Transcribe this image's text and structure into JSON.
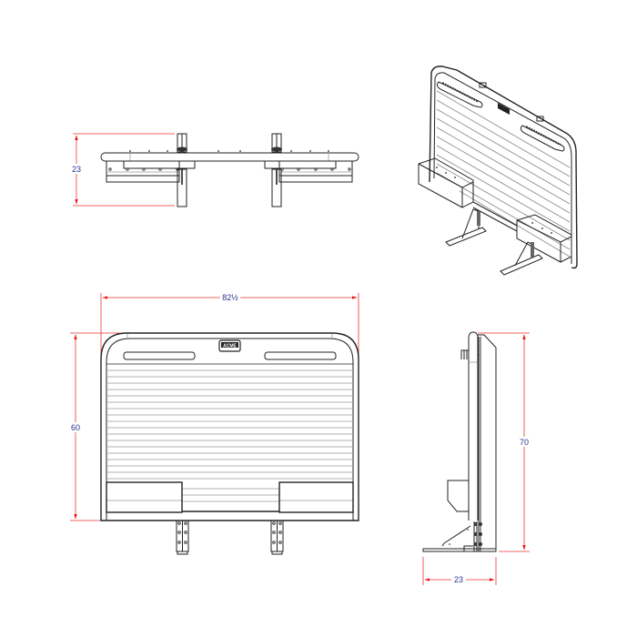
{
  "drawing": {
    "subject": "headache rack with tool boxes",
    "colors": {
      "line": "#222222",
      "hatch": "#999999",
      "dimension_line": "#ee3333",
      "dimension_text": "#2e3192",
      "background": "#ffffff"
    },
    "views": {
      "top": {
        "name": "top view",
        "dimension": {
          "label": "23",
          "orientation": "vertical"
        }
      },
      "isometric": {
        "name": "isometric view"
      },
      "front": {
        "name": "front view",
        "width_dimension": {
          "label": "82½",
          "orientation": "horizontal"
        },
        "height_dimension": {
          "label": "60",
          "orientation": "vertical"
        },
        "logo": "ACME"
      },
      "side": {
        "name": "side view",
        "height_dimension": {
          "label": "70",
          "orientation": "vertical"
        },
        "depth_dimension": {
          "label": "23",
          "orientation": "horizontal"
        }
      }
    }
  }
}
